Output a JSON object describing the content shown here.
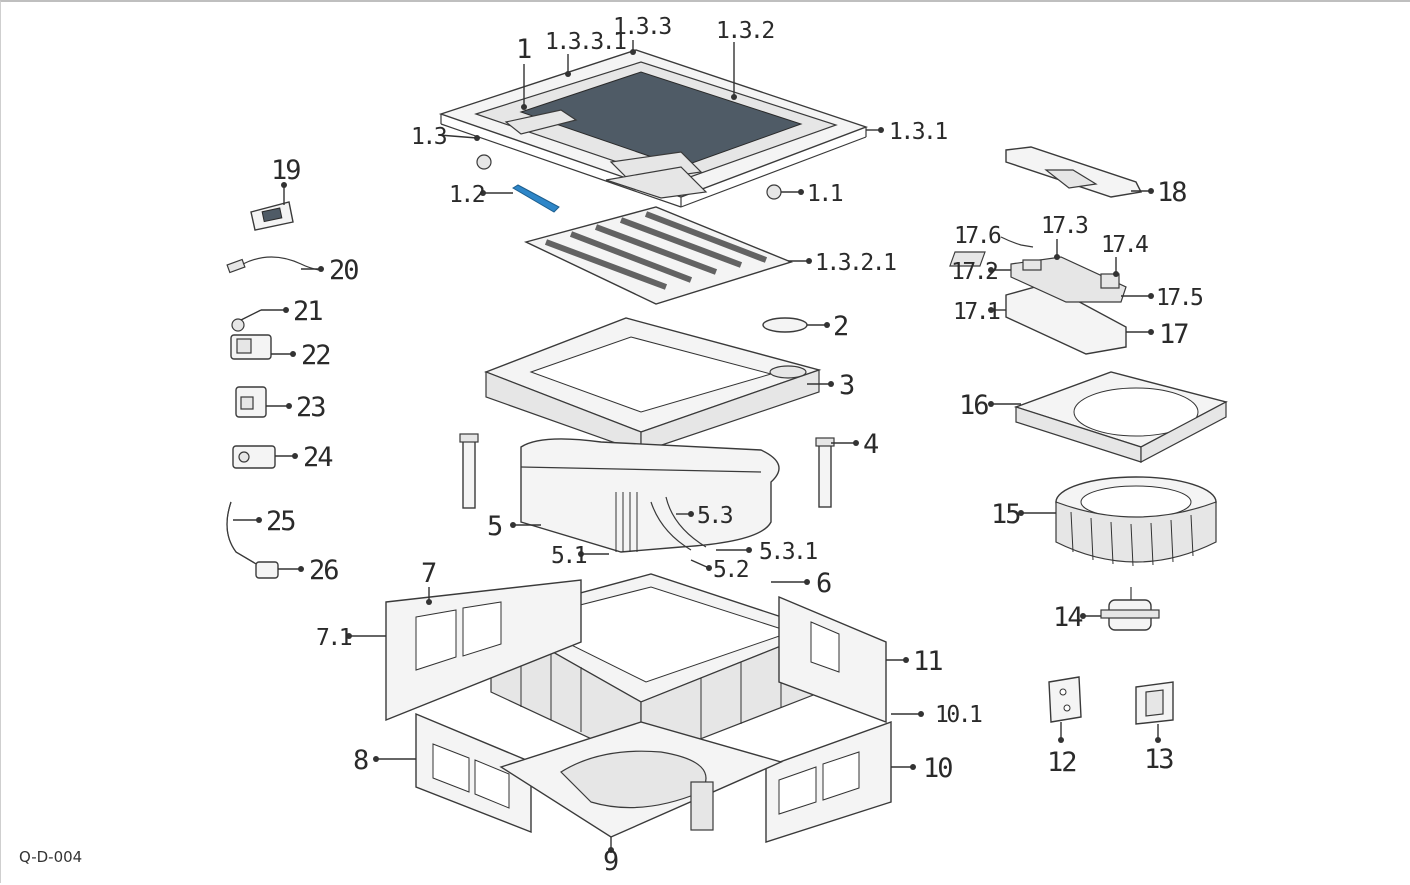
{
  "drawing_code": "Q-D-004",
  "labels": {
    "p1": "1",
    "p1_3_3_1": "1.3.3.1",
    "p1_3_3": "1.3.3",
    "p1_3_2": "1.3.2",
    "p1_3": "1.3",
    "p1_3_1": "1.3.1",
    "p1_2": "1.2",
    "p1_1": "1.1",
    "p1_3_2_1": "1.3.2.1",
    "p2": "2",
    "p3": "3",
    "p4": "4",
    "p5": "5",
    "p5_1": "5.1",
    "p5_2": "5.2",
    "p5_3": "5.3",
    "p5_3_1": "5.3.1",
    "p6": "6",
    "p7": "7",
    "p7_1": "7.1",
    "p8": "8",
    "p9": "9",
    "p10": "10",
    "p10_1": "10.1",
    "p11": "11",
    "p12": "12",
    "p13": "13",
    "p14": "14",
    "p15": "15",
    "p16": "16",
    "p17": "17",
    "p17_1": "17.1",
    "p17_2": "17.2",
    "p17_3": "17.3",
    "p17_4": "17.4",
    "p17_5": "17.5",
    "p17_6": "17.6",
    "p18": "18",
    "p19": "19",
    "p20": "20",
    "p21": "21",
    "p22": "22",
    "p23": "23",
    "p24": "24",
    "p25": "25",
    "p26": "26"
  },
  "colors": {
    "filter_dark": "#4f5b66",
    "highlight_blue": "#2e86c8",
    "line": "#333333"
  }
}
